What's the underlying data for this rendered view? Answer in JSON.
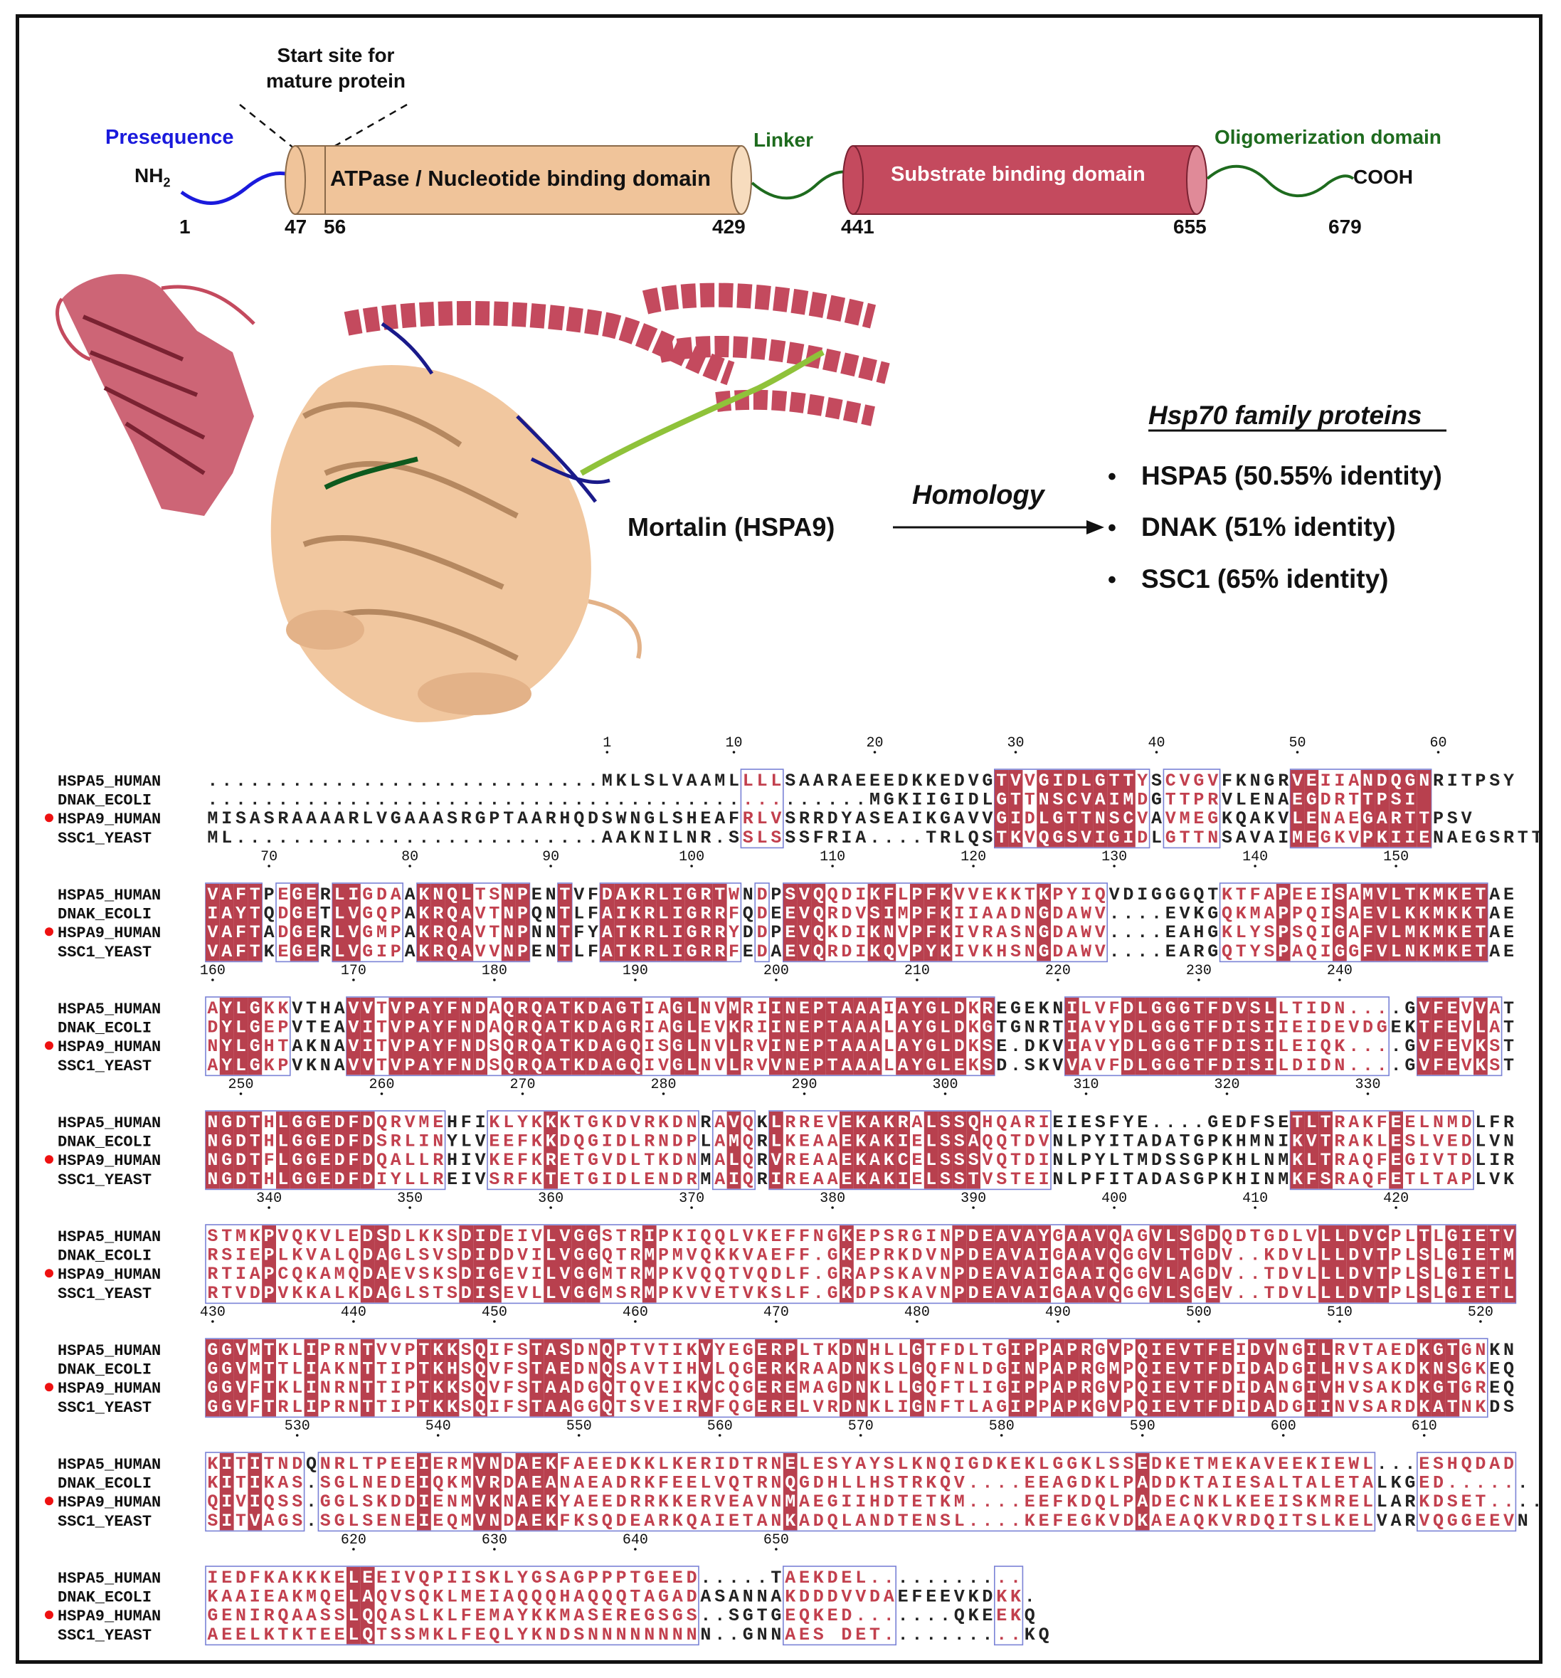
{
  "domain_arch": {
    "start_site": "Start site for\nmature protein",
    "presequence": "Presequence",
    "nh2": "NH",
    "nh2_sub": "2",
    "atpase": "ATPase / Nucleotide binding domain",
    "linker": "Linker",
    "substrate": "Substrate binding domain",
    "oligomerization": "Oligomerization domain",
    "cooh": "COOH",
    "positions": [
      "1",
      "47",
      "56",
      "429",
      "441",
      "655",
      "679"
    ]
  },
  "homology": {
    "protein": "Mortalin (HSPA9)",
    "arrow_label": "Homology",
    "family_title": "Hsp70 family proteins",
    "items": [
      "HSPA5 (50.55% identity)",
      "DNAK (51% identity)",
      "SSC1 (65% identity)"
    ],
    "bullet": "•"
  },
  "colors": {
    "presequence": "#1a1adc",
    "linker": "#1e6b1e",
    "atpase": "#f0c49a",
    "substrate": "#c44a5e",
    "identical": "#b8404e",
    "similar_text": "#c2404e",
    "box": "#7a82d6"
  },
  "alignment": {
    "names": [
      "HSPA5_HUMAN",
      "DNAK_ECOLI",
      "HSPA9_HUMAN",
      "SSC1_YEAST"
    ],
    "marker_row": 2,
    "blocks": [
      {
        "start": 0,
        "ticks": [
          [
            "1",
            28
          ],
          [
            "10",
            37
          ],
          [
            "20",
            47
          ],
          [
            "30",
            57
          ],
          [
            "40",
            67
          ],
          [
            "50",
            77
          ],
          [
            "60",
            87
          ]
        ],
        "seqs": [
          "............................MKLSLVAAMLLLLSAARAEEEDKKEDVGTVVGIDLGTTYSCVGVFKNGRVEIIANDQGNRITPSY",
          "...............................................MGKIIGIDLGTTNSCVAIMDGTTPRVLENAEGDRTTPSI",
          "MISASRAAAARLVGAAASRGPTAARHQDSWNGLSHEAFRLVSRRDYASEAIKGAVVGIDLGTTNSCVAVMEGKQAKVLENAEGARTTPSV",
          "ML..........................AAKNILNR.SSLSSSFRIA....TRLQSTKVQGSVIGIDLGTTNSAVAIMEGKVPKIIENAEGSRTTPSV"
        ],
        "ident": [
          56,
          57,
          59,
          60,
          61,
          62,
          63,
          64,
          65,
          77,
          78,
          82,
          83,
          84,
          85,
          86
        ],
        "sim": [
          38,
          39,
          40,
          58,
          66,
          68,
          69,
          70,
          71,
          79,
          80,
          81
        ]
      },
      {
        "start": 88,
        "ticks": [
          [
            "70",
            4
          ],
          [
            "80",
            14
          ],
          [
            "90",
            24
          ],
          [
            "100",
            34
          ],
          [
            "110",
            44
          ],
          [
            "120",
            54
          ],
          [
            "130",
            64
          ],
          [
            "140",
            74
          ],
          [
            "150",
            84
          ]
        ],
        "seqs": [
          "VAFTPEGERLIGDAAKNQLTSNPENTVFDAKRLIGRTWNDPSVQQDIKFLPFKVVEKKTKPYIQVDIGGGQTKTFAPEEISAMVLTKMKETAE",
          "IAYTQDGETLVGQPAKRQAVTNPQNTLFAIKRLIGRRFQDEEVQRDVSIMPFKIIAADNGDAWV....EVKGQKMAPPQISAEVLKKMKKTAE",
          "VAFTADGERLVGMPAKRQAVTNPNNTFYATKRLIGRRYDDPEVQKDIKNVPFKIVRASNGDAWV....EAHGKLYSPSQIGAFVLMKMKETAE",
          "VAFTKEGERLVGIPAKRQAVVNPENTLFATKRLIGRRFEDAEVQRDIKQVPYKIVKHSNGDAWV....EARGQTYSPAQIGGFVLNKMKETAE"
        ],
        "ident": [
          0,
          1,
          2,
          3,
          6,
          7,
          9,
          10,
          15,
          16,
          17,
          18,
          21,
          22,
          25,
          28,
          29,
          30,
          31,
          32,
          33,
          34,
          35,
          36,
          41,
          42,
          43,
          47,
          48,
          50,
          51,
          52,
          59,
          76,
          80,
          82,
          83,
          84,
          85,
          86,
          87,
          88,
          89,
          90
        ],
        "sim": [
          5,
          11,
          12,
          13,
          19,
          20,
          37,
          39,
          44,
          45,
          46,
          49,
          53,
          54,
          55,
          56,
          57,
          58,
          60,
          61,
          62,
          63,
          72,
          73,
          74,
          75,
          77,
          78,
          79,
          81
        ]
      },
      {
        "start": 178,
        "ticks": [
          [
            "160",
            0
          ],
          [
            "170",
            10
          ],
          [
            "180",
            20
          ],
          [
            "190",
            30
          ],
          [
            "200",
            40
          ],
          [
            "210",
            50
          ],
          [
            "220",
            60
          ],
          [
            "230",
            70
          ],
          [
            "240",
            80
          ]
        ],
        "seqs": [
          "AYLGKKVTHAVVTVPAYFNDAQRQATKDAGTIAGLNVMRIINEPTAAAIAYGLDKREGEKNILVFDLGGGTFDVSLLTIDN....GVFEVVAT",
          "DYLGEPVTEAVITVPAYFNDAQRQATKDAGRIAGLEVKRIINEPTAAALAYGLDKGTGNRTIAVYDLGGGTFDISIIEIDEVDGEKTFEVLAT",
          "NYLGHTAKNAVITVPAYFNDSQRQATKDAGQISGLNVLRVINEPTAAALAYGLDKSE.DKVIAVYDLGGGTFDISILEIQK....GVFEVKST",
          "AYLGKPVKNAVVTVPAYFNDSQRQATKDAGQIVGLNVLRVVNEPTAAALAYGLEKSD.SKVVAVFDLGGGTFDISILDIDN....GVFEVKST"
        ],
        "ident": [
          1,
          2,
          3,
          10,
          11,
          13,
          14,
          15,
          16,
          17,
          18,
          19,
          21,
          22,
          23,
          24,
          25,
          26,
          27,
          28,
          29,
          30,
          33,
          34,
          37,
          40,
          41,
          42,
          43,
          44,
          45,
          46,
          47,
          49,
          50,
          51,
          52,
          53,
          55,
          61,
          65,
          66,
          67,
          68,
          69,
          70,
          71,
          72,
          73,
          74,
          75,
          86,
          87,
          88,
          90
        ],
        "sim": [
          0,
          4,
          5,
          12,
          20,
          31,
          32,
          35,
          36,
          38,
          39,
          48,
          54,
          62,
          63,
          64,
          76,
          77,
          78,
          79,
          80,
          81,
          82,
          83,
          89,
          91
        ]
      },
      {
        "start": 270,
        "ticks": [
          [
            "250",
            2
          ],
          [
            "260",
            12
          ],
          [
            "270",
            22
          ],
          [
            "280",
            32
          ],
          [
            "290",
            42
          ],
          [
            "300",
            52
          ],
          [
            "310",
            62
          ],
          [
            "320",
            72
          ],
          [
            "330",
            82
          ]
        ],
        "seqs": [
          "NGDTHLGGEDFDQRVMEHFIKLYKKKTGKDVRKDNRAVQKLRREVEKAKRALSSQHQARIEIESFYE....GEDFSETLTRAKFEELNMDLFR",
          "NGDTHLGGEDFDSRLINYLVEEFKKDQGIDLRNDPLAMQRLKEAAEKAKIELSSAQQTDVNLPYITADATGPKHMNIKVTRAKLESLVEDLVN",
          "NGDTFLGGEDFDQALLRHIVKEFKRETGVDLTKDNMALQRVREAAEKAKCELSSSVQTDINLPYLTMDSSGPKHLNMKLTRAQFEGIVTDLIR",
          "NGDTHLGGEDFDIYLLREIVSRFKTETGIDLENDRMAIQRIREAAEKAKIELSSTVSTEINLPFITADASGPKHINMKFSRAQFETLTAPLVK"
        ],
        "ident": [
          0,
          1,
          2,
          3,
          5,
          6,
          7,
          8,
          9,
          10,
          11,
          24,
          37,
          40,
          45,
          46,
          47,
          48,
          49,
          51,
          52,
          53,
          54,
          77,
          78,
          79,
          84
        ],
        "sim": [
          4,
          12,
          13,
          14,
          15,
          16,
          20,
          21,
          22,
          23,
          25,
          26,
          27,
          28,
          29,
          30,
          31,
          32,
          33,
          34,
          36,
          38,
          41,
          42,
          43,
          44,
          50,
          55,
          56,
          57,
          58,
          59,
          80,
          81,
          82,
          83,
          85,
          86,
          87,
          88,
          89
        ]
      },
      {
        "start": 362,
        "ticks": [
          [
            "340",
            4
          ],
          [
            "350",
            14
          ],
          [
            "360",
            24
          ],
          [
            "370",
            34
          ],
          [
            "380",
            44
          ],
          [
            "390",
            54
          ],
          [
            "400",
            64
          ],
          [
            "410",
            74
          ],
          [
            "420",
            84
          ]
        ],
        "seqs": [
          "STMKPVQKVLEDSDLKKSDIDEIVLVGGSTRIPKIQQLVKEFFNGKEPSRGINPDEAVAYGAAVQAGVLSGDQDTGDLVLLDVCPLTLGIETV",
          "RSIEPLKVALQDAGLSVSDIDDVILVGGQTRMPMVQKKVAEFF.GKEPRKDVNPDEAVAIGAAVQGGVLTGDV..KDVLLLDVTPLSLGIETM",
          "RTIAPCQKAMQDAEVSKSDIGEVILVGGMTRMPKVQQTVQDLF.GRAPSKAVNPDEAVAIGAAIQGGVLAGDV..TDVLLLDVTPLSLGIETL",
          "RTVDPVKKALKDAGLSTSDISEVLLVGGMSRMPKVVETVKSLF.GKDPSKAVNPDEAVAIGAAVQGGVLSGEV..TDVLLLDVTPLSLGIETL"
        ],
        "ident": [
          4,
          11,
          12,
          18,
          19,
          20,
          24,
          25,
          26,
          27,
          31,
          45,
          53,
          54,
          55,
          56,
          57,
          58,
          59,
          61,
          62,
          63,
          64,
          67,
          68,
          69,
          71,
          79,
          80,
          81,
          82,
          83,
          86,
          88,
          89,
          90,
          91,
          92
        ],
        "sim": [
          0,
          1,
          2,
          3,
          5,
          6,
          7,
          8,
          9,
          10,
          13,
          14,
          15,
          16,
          17,
          21,
          22,
          23,
          28,
          29,
          30,
          32,
          33,
          34,
          35,
          36,
          37,
          38,
          39,
          40,
          41,
          42,
          43,
          44,
          46,
          47,
          48,
          49,
          50,
          51,
          52,
          60,
          65,
          66,
          70,
          72,
          73,
          74,
          75,
          76,
          77,
          78,
          84,
          85,
          87
        ]
      },
      {
        "start": 454,
        "ticks": [
          [
            "430",
            0
          ],
          [
            "440",
            10
          ],
          [
            "450",
            20
          ],
          [
            "460",
            30
          ],
          [
            "470",
            40
          ],
          [
            "480",
            50
          ],
          [
            "490",
            60
          ],
          [
            "500",
            70
          ],
          [
            "510",
            80
          ],
          [
            "520",
            90
          ]
        ],
        "seqs": [
          "GGVMTKLIPRNTVVPTKKSQIFSTASDNQPTVTIKVYEGERPLTKDNHLLGTFDLTGIPPAPRGVPQIEVTFEIDVNGILRVTAEDKGTGNKN",
          "GGVMTTLIAKNTTIPTKHSQVFSTAEDNQSAVTIHVLQGERKRAADNKSLGQFNLDGINPAPRGMPQIEVTFDIDADGILHVSAKDKNSGKEQ",
          "GGVFTKLINRNTTIPTKKSQVFSTAADGQTQVEIKVCQGEREMAGDNKLLGQFTLIGIPPAPRGVPQIEVTFDIDANGIVHVSAKDKGTGREQ",
          "GGVFTRLIPRNTTIPTKKSQIFSTAAGGQTSVEIRVFQGERELVRDNKLIGNFTLAGIPPAPKGVPQIEVTFDIDADGIINVSARDKATNKDS"
        ],
        "ident": [
          0,
          1,
          2,
          4,
          7,
          11,
          15,
          16,
          17,
          19,
          23,
          24,
          25,
          28,
          35,
          39,
          40,
          41,
          45,
          46,
          50,
          57,
          58,
          60,
          61,
          62,
          64,
          66,
          67,
          68,
          69,
          70,
          71,
          72,
          74,
          75,
          78,
          79,
          86,
          87,
          88
        ],
        "sim": [
          3,
          5,
          6,
          8,
          9,
          10,
          12,
          13,
          14,
          18,
          20,
          21,
          22,
          26,
          27,
          29,
          30,
          31,
          32,
          33,
          34,
          36,
          37,
          38,
          42,
          43,
          44,
          47,
          48,
          49,
          51,
          52,
          53,
          54,
          55,
          56,
          59,
          63,
          65,
          73,
          76,
          77,
          80,
          81,
          82,
          83,
          84,
          85,
          89,
          90
        ]
      },
      {
        "start": 548,
        "ticks": [
          [
            "530",
            6
          ],
          [
            "540",
            16
          ],
          [
            "550",
            26
          ],
          [
            "560",
            36
          ],
          [
            "570",
            46
          ],
          [
            "580",
            56
          ],
          [
            "590",
            66
          ],
          [
            "600",
            76
          ],
          [
            "610",
            86
          ]
        ],
        "seqs": [
          "KITITNDQNRLTPEEIERMVNDAEKFAEEDKKLKERIDTRNELESYAYSLKNQIGDKEKLGGKLSSEDKETMEKAVEEKIEWL...ESHQDAD",
          "KITIKAS.SGLNEDEIQKMVRDAEANAEADRKFEELVQTRNQGDHLLHSTRKQV....EEAGDKLPADDKTAIESALTALETALKGED......",
          "QIVIQSS.GGLSKDDIENMVKNAEKYAEEDRRKKERVEAVNMAEGIIHDTETKM....EEFKDQLPADECNKLKEEISKMRELLARKDSET....",
          "SITVAGS.SGLSENEIEQMVNDAEKFKSQDEARKQAIETANKADQLANDTENSL....KEFEGKVDKAEAQKVRDQITSLKELVARVQGGEEVN"
        ],
        "ident": [
          1,
          3,
          15,
          19,
          20,
          22,
          23,
          24,
          41,
          66
        ],
        "sim": [
          0,
          2,
          4,
          5,
          6,
          8,
          9,
          10,
          11,
          12,
          13,
          14,
          16,
          17,
          18,
          21,
          25,
          26,
          27,
          28,
          29,
          30,
          31,
          32,
          33,
          34,
          35,
          36,
          37,
          38,
          39,
          40,
          42,
          43,
          44,
          45,
          46,
          47,
          48,
          49,
          50,
          51,
          52,
          53,
          54,
          55,
          56,
          57,
          58,
          59,
          60,
          61,
          62,
          63,
          64,
          65,
          67,
          68,
          69,
          70,
          71,
          72,
          73,
          74,
          75,
          76,
          77,
          78,
          79,
          80,
          81,
          82,
          86,
          87,
          88,
          89,
          90,
          91,
          92
        ]
      },
      {
        "start": 641,
        "ticks": [
          [
            "620",
            10
          ],
          [
            "630",
            20
          ],
          [
            "640",
            30
          ],
          [
            "650",
            40
          ]
        ],
        "seqs": [
          "IEDFKAKKKELEEIVQPIISKLYGSAGPPPTGEED.....TAEKDEL...........",
          "KAAIEAKMQELAQVSQKLMEIAQQQHAQQQTAGADASANNAKDDDVVDAEFEEVKDKK.",
          "GENIRQAASSLQQASLKLFEMAYKKMASEREGSGS..SGTGEQKED.......QKEEKQ",
          "AEELKTKTEELQTSSMKLFEQLYKNDSNNNNNNNNN..GNNAES DET..........KQ"
        ],
        "ident": [
          10,
          11
        ],
        "sim": [
          0,
          1,
          2,
          3,
          4,
          5,
          6,
          7,
          8,
          9,
          12,
          13,
          14,
          15,
          16,
          17,
          18,
          19,
          20,
          21,
          22,
          23,
          24,
          25,
          26,
          27,
          28,
          29,
          30,
          31,
          32,
          33,
          34,
          41,
          42,
          43,
          44,
          45,
          46,
          47,
          48,
          56,
          57
        ]
      }
    ]
  }
}
